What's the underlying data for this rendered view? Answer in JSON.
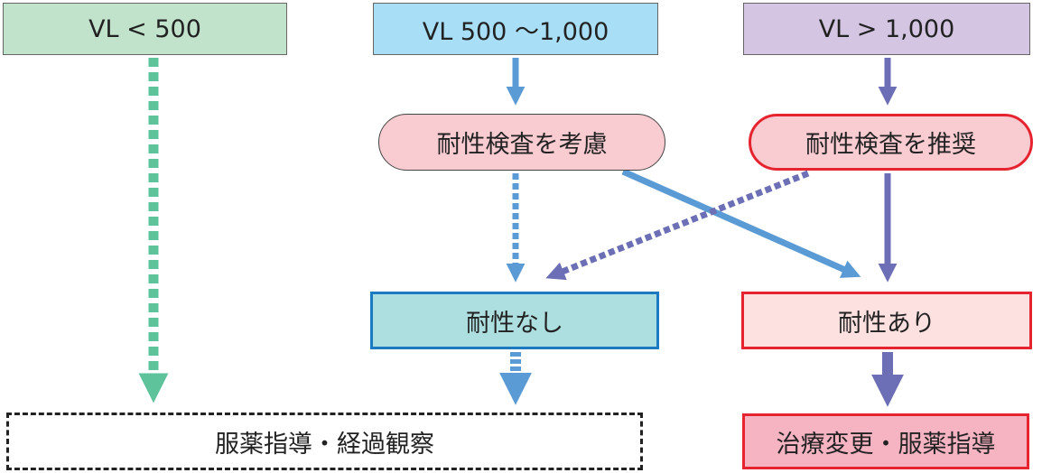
{
  "nodes": {
    "vl_low": "VL < 500",
    "vl_mid": "VL 500 〜1,000",
    "vl_high": "VL > 1,000",
    "consider_test": "耐性検査を考慮",
    "recommend_test": "耐性検査を推奨",
    "no_resistance": "耐性なし",
    "resistance": "耐性あり",
    "observe": "服薬指導・経過観察",
    "change_treatment": "治療変更・服薬指導"
  },
  "colors": {
    "green_arrow": "#5ec39b",
    "blue_arrow": "#5b9bd5",
    "purple_arrow": "#6c6fb5",
    "red_border": "#e5242f",
    "blue_border": "#1c7bc0"
  }
}
